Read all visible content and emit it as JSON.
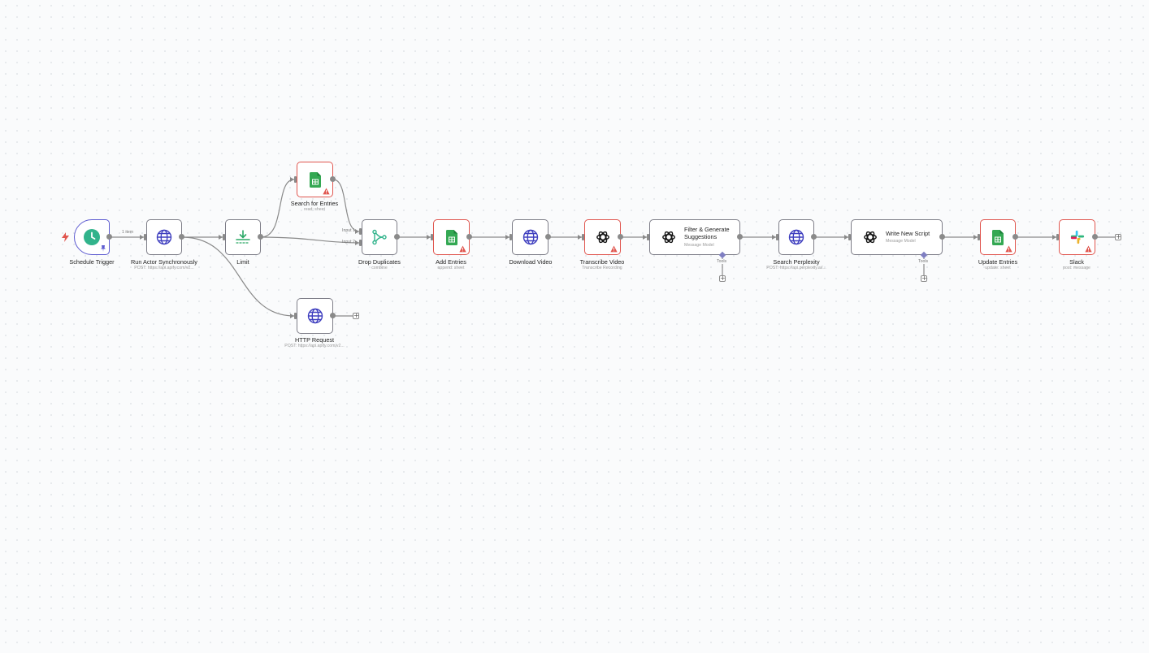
{
  "colors": {
    "accent": "#5d5bd0",
    "error": "#e0564f",
    "sheets": "#34a853",
    "http": "#3f3fbf",
    "schedule": "#31b38b",
    "edge": "#8a8a8a"
  },
  "workflow": {
    "nodes": {
      "schedule_trigger": {
        "label": "Schedule Trigger",
        "icon": "clock-icon"
      },
      "run_actor": {
        "label": "Run Actor Synchronously",
        "subtitle": "POST: https://api.apify.com/v2...",
        "icon": "globe-icon"
      },
      "limit": {
        "label": "Limit",
        "icon": "limit-icon"
      },
      "search_entries": {
        "label": "Search for Entries",
        "subtitle": "read: sheet",
        "icon": "google-sheets-icon"
      },
      "http_request": {
        "label": "HTTP Request",
        "subtitle": "POST: https://api.apify.com/v2...",
        "icon": "globe-icon"
      },
      "drop_duplicates": {
        "label": "Drop Duplicates",
        "subtitle": "combine",
        "icon": "merge-icon",
        "input1": "Input 1",
        "input2": "Input 2"
      },
      "add_entries": {
        "label": "Add Entries",
        "subtitle": "append: sheet",
        "icon": "google-sheets-icon"
      },
      "download_video": {
        "label": "Download Video",
        "icon": "globe-icon"
      },
      "transcribe_video": {
        "label": "Transcribe Video",
        "subtitle": "Transcribe Recording",
        "icon": "openai-icon"
      },
      "filter_generate": {
        "title": "Filter & Generate Suggestions",
        "subtitle": "Message Model",
        "tools_label": "Tools",
        "icon": "openai-icon"
      },
      "search_perplexity": {
        "label": "Search Perplexity",
        "subtitle": "POST: https://api.perplexity.ai/...",
        "icon": "globe-icon"
      },
      "write_script": {
        "title": "Write New Script",
        "subtitle": "Message Model",
        "tools_label": "Tools",
        "icon": "openai-icon"
      },
      "update_entries": {
        "label": "Update Entries",
        "subtitle": "update: sheet",
        "icon": "google-sheets-icon"
      },
      "slack": {
        "label": "Slack",
        "subtitle": "post: message",
        "icon": "slack-icon"
      }
    },
    "edge_labels": {
      "trigger_to_actor": "1 item"
    },
    "add_node_symbol": "+"
  }
}
